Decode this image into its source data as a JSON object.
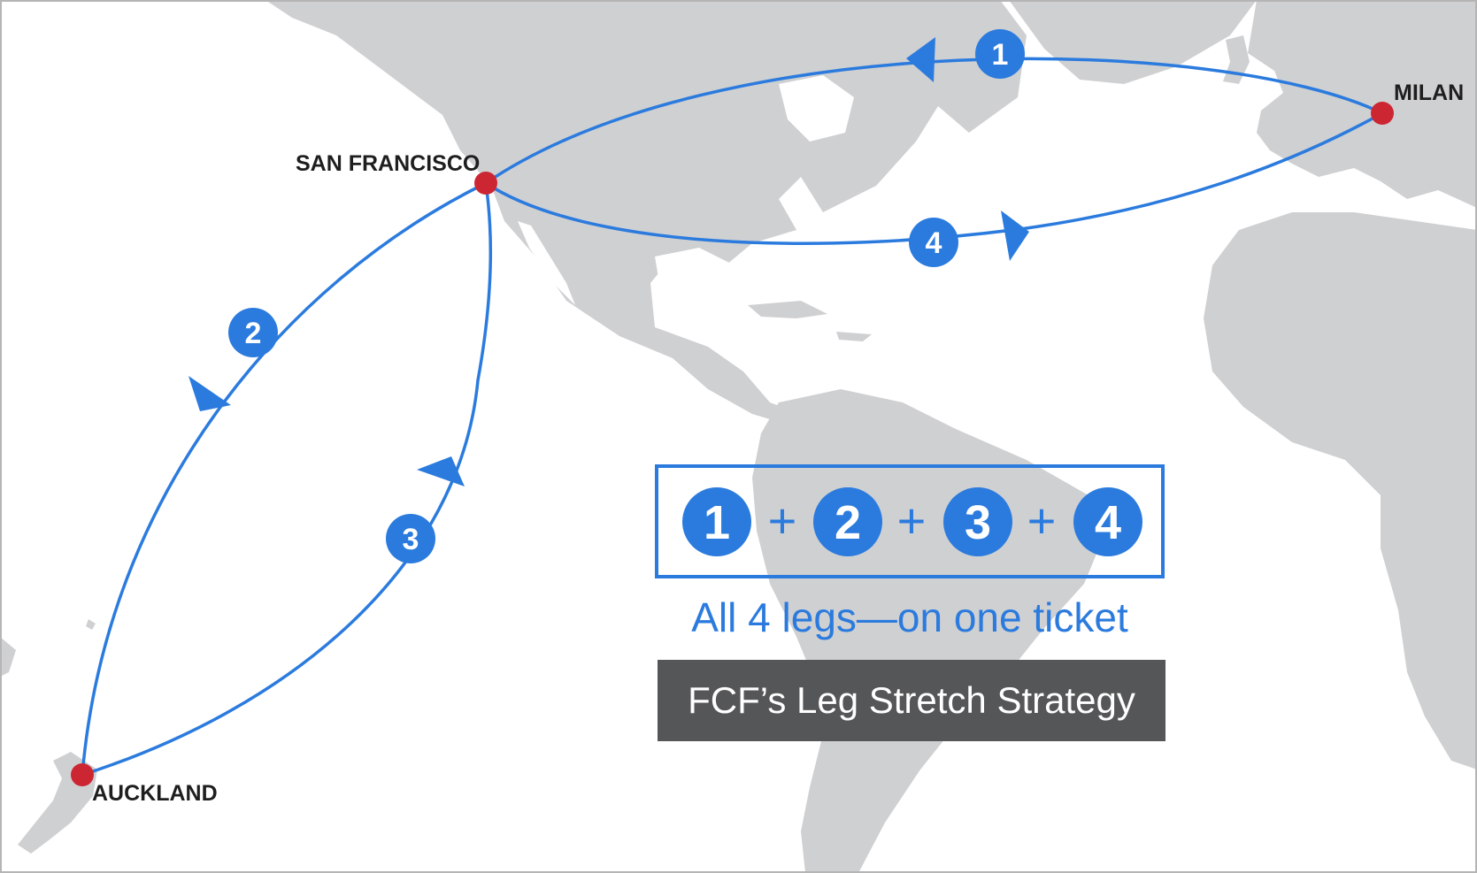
{
  "colors": {
    "route": "#2b7bde",
    "city_dot": "#cc2633",
    "land": "#cfd0d2",
    "banner_bg": "#555657",
    "frame": "#b5b5b5"
  },
  "cities": {
    "milan": "MILAN",
    "san_francisco": "SAN FRANCISCO",
    "auckland": "AUCKLAND"
  },
  "legs": {
    "leg1": "1",
    "leg2": "2",
    "leg3": "3",
    "leg4": "4"
  },
  "equation": {
    "n1": "1",
    "n2": "2",
    "n3": "3",
    "n4": "4",
    "plus": "+"
  },
  "tagline": "All 4 legs—on one ticket",
  "banner": "FCF’s Leg Stretch Strategy"
}
